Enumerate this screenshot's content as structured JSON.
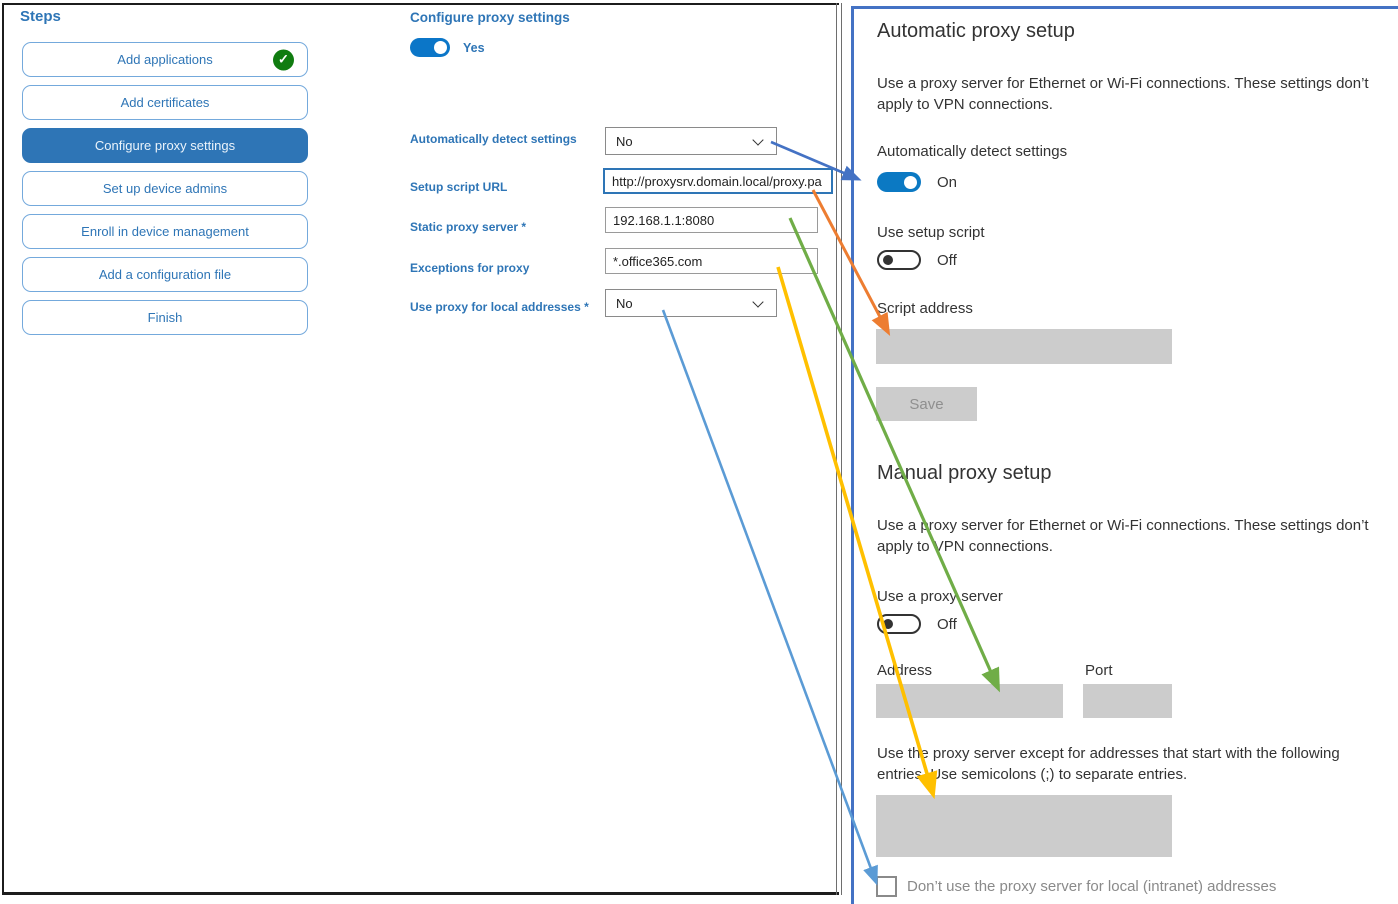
{
  "sidebar": {
    "title": "Steps",
    "steps": [
      {
        "label": "Add applications",
        "completed": true,
        "selected": false
      },
      {
        "label": "Add certificates",
        "completed": false,
        "selected": false
      },
      {
        "label": "Configure proxy settings",
        "completed": false,
        "selected": true
      },
      {
        "label": "Set up device admins",
        "completed": false,
        "selected": false
      },
      {
        "label": "Enroll in device management",
        "completed": false,
        "selected": false
      },
      {
        "label": "Add a configuration file",
        "completed": false,
        "selected": false
      },
      {
        "label": "Finish",
        "completed": false,
        "selected": false
      }
    ],
    "check_icon": "✓"
  },
  "form": {
    "title": "Configure proxy settings",
    "enable_toggle": {
      "state": "on",
      "label": "Yes"
    },
    "fields": [
      {
        "label": "Automatically detect settings",
        "type": "select",
        "value": "No"
      },
      {
        "label": "Setup script URL",
        "type": "text",
        "value": "http://proxysrv.domain.local/proxy.pa"
      },
      {
        "label": "Static proxy server *",
        "type": "text",
        "value": "192.168.1.1:8080"
      },
      {
        "label": "Exceptions for proxy",
        "type": "text",
        "value": "*.office365.com"
      },
      {
        "label": "Use proxy for local addresses *",
        "type": "select",
        "value": "No"
      }
    ]
  },
  "settings_panel": {
    "automatic": {
      "title": "Automatic proxy setup",
      "description": "Use a proxy server for Ethernet or Wi-Fi connections. These settings don’t apply to VPN connections.",
      "detect_label": "Automatically detect settings",
      "detect_state": "On",
      "script_toggle_label": "Use setup script",
      "script_toggle_state": "Off",
      "script_address_label": "Script address",
      "script_address_value": "",
      "save_button": "Save"
    },
    "manual": {
      "title": "Manual proxy setup",
      "description": "Use a proxy server for Ethernet or Wi-Fi connections. These settings don’t apply to VPN connections.",
      "proxy_toggle_label": "Use a proxy server",
      "proxy_toggle_state": "Off",
      "address_label": "Address",
      "address_value": "",
      "port_label": "Port",
      "port_value": "",
      "exceptions_text": "Use the proxy server except for addresses that start with the following entries. Use semicolons (;) to separate entries.",
      "exceptions_value": "",
      "intranet_checkbox_label": "Don’t use the proxy server for local (intranet) addresses",
      "intranet_checkbox_checked": false
    }
  },
  "colors": {
    "accent_blue": "#2E75B6",
    "toggle_on": "#0b79c3",
    "panel_border": "#4472C4",
    "completed_green": "#107C10",
    "disabled_gray": "#cccccc"
  },
  "arrows": [
    {
      "name": "detect-settings-mapping",
      "color": "#4472C4",
      "from": "Automatically detect settings dropdown",
      "to": "Automatically detect settings toggle"
    },
    {
      "name": "setup-script-mapping",
      "color": "#ED7D31",
      "from": "Setup script URL field",
      "to": "Script address field"
    },
    {
      "name": "static-proxy-mapping",
      "color": "#70AD47",
      "from": "Static proxy server field",
      "to": "Address field"
    },
    {
      "name": "proxy-exceptions-mapping",
      "color": "#FFC000",
      "from": "Exceptions for proxy field",
      "to": "Exceptions list field"
    },
    {
      "name": "local-addresses-mapping",
      "color": "#5B9BD5",
      "from": "Use proxy for local addresses dropdown",
      "to": "Intranet addresses checkbox"
    }
  ]
}
